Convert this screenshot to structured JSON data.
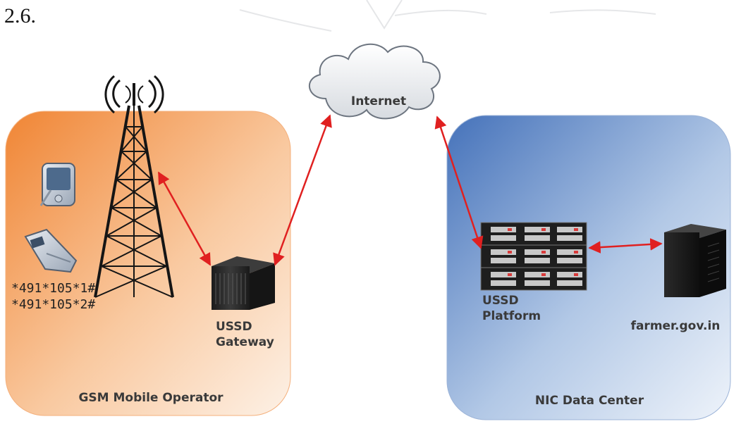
{
  "figure_number": "2.6.",
  "internet": {
    "label": "Internet"
  },
  "operator": {
    "label": "GSM Mobile Operator",
    "codes": [
      "*491*105*1#",
      "*491*105*2#"
    ],
    "gateway_line1": "USSD",
    "gateway_line2": "Gateway"
  },
  "datacenter": {
    "label": "NIC Data Center",
    "platform_line1": "USSD",
    "platform_line2": "Platform",
    "server_label": "farmer.gov.in"
  },
  "colors": {
    "operator_panel": "#f08a3a",
    "datacenter_panel": "#4a7bc0",
    "connector": "#e02020"
  }
}
